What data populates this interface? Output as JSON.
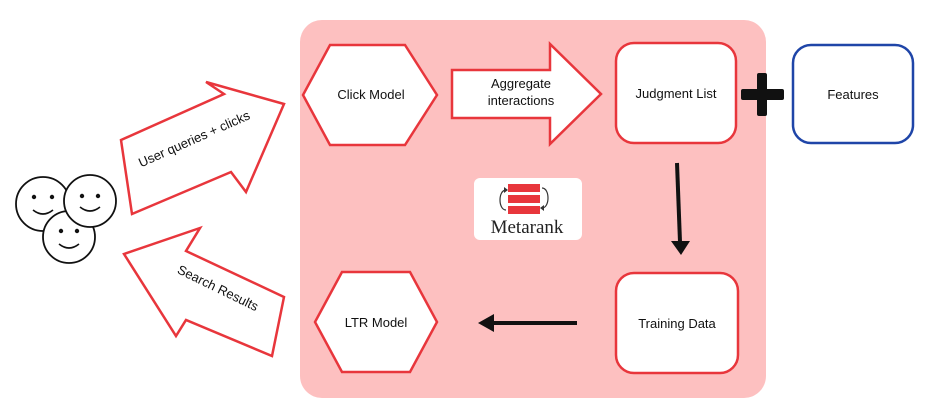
{
  "nodes": {
    "click_model": "Click Model",
    "judgment_list": "Judgment List",
    "features": "Features",
    "training_data": "Training Data",
    "ltr_model": "LTR Model"
  },
  "arrows": {
    "aggregate_line1": "Aggregate",
    "aggregate_line2": "interactions",
    "user_queries": "User queries + clicks",
    "search_results": "Search Results"
  },
  "logo": {
    "name": "Metarank"
  },
  "icons": [
    "smiley-face-icon",
    "smiley-face-icon",
    "smiley-face-icon",
    "plus-icon",
    "metarank-logo-icon"
  ],
  "colors": {
    "panel_fill": "#fdc0c0",
    "accent_red": "#e8363c",
    "features_blue": "#1f45a8",
    "node_fill": "#ffffff",
    "arrow_dark": "#111111"
  }
}
